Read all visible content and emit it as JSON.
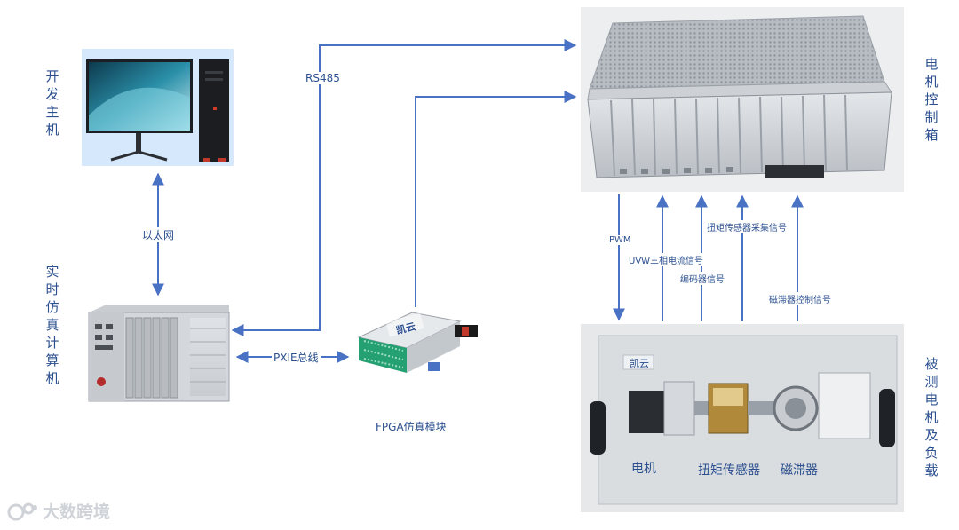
{
  "nodes": {
    "dev_host": "开发主机",
    "rt_computer": "实时仿真计算机",
    "fpga_module": "FPGA仿真模块",
    "motor_box": "电机控制箱",
    "motor_load": "被测电机及负载"
  },
  "connections": {
    "ethernet": "以太网",
    "rs485": "RS485",
    "pxie": "PXIE总线",
    "pwm": "PWM",
    "uvw": "UVW三相电流信号",
    "encoder": "编码器信号",
    "torque_signal": "扭矩传感器采集信号",
    "brake_signal": "磁滞器控制信号"
  },
  "bench": {
    "motor": "电机",
    "torque_sensor": "扭矩传感器",
    "brake": "磁滞器",
    "logo": "凯云"
  },
  "fpga_logo": "凯云",
  "watermark": "大数跨境",
  "colors": {
    "arrow": "#4a72c4",
    "text": "#2b4f8f"
  }
}
